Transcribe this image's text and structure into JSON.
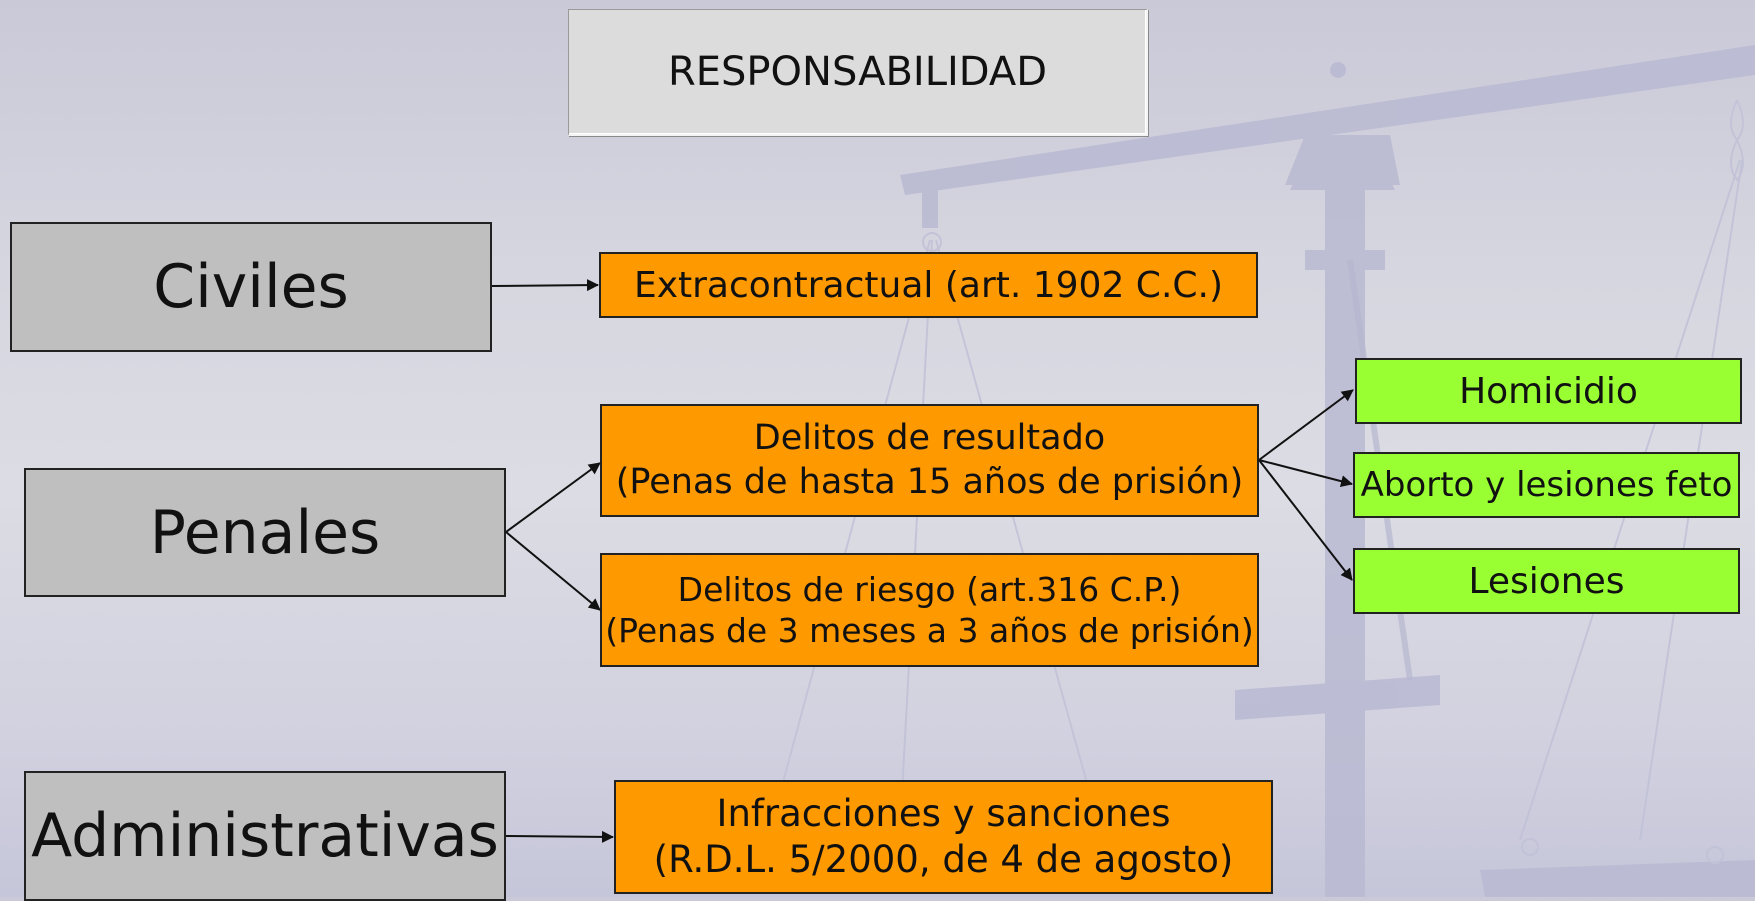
{
  "title": "RESPONSABILIDAD",
  "categories": {
    "civiles": "Civiles",
    "penales": "Penales",
    "administrativas": "Administrativas"
  },
  "civiles_item": "Extracontractual (art. 1902 C.C.)",
  "penales_items": {
    "resultado": {
      "line1": "Delitos de resultado",
      "line2": "(Penas de hasta 15 años de prisión)"
    },
    "riesgo": {
      "line1": "Delitos de riesgo (art.316 C.P.)",
      "line2": "(Penas de 3 meses a 3 años de prisión)"
    }
  },
  "resultado_items": [
    "Homicidio",
    "Aborto y lesiones feto",
    "Lesiones"
  ],
  "administrativas_item": {
    "line1": "Infracciones y sanciones",
    "line2": "(R.D.L. 5/2000, de 4 de agosto)"
  },
  "colors": {
    "category": "#bfbfbf",
    "orange": "#ff9900",
    "green": "#99ff33",
    "background": "#d6d6e0"
  }
}
